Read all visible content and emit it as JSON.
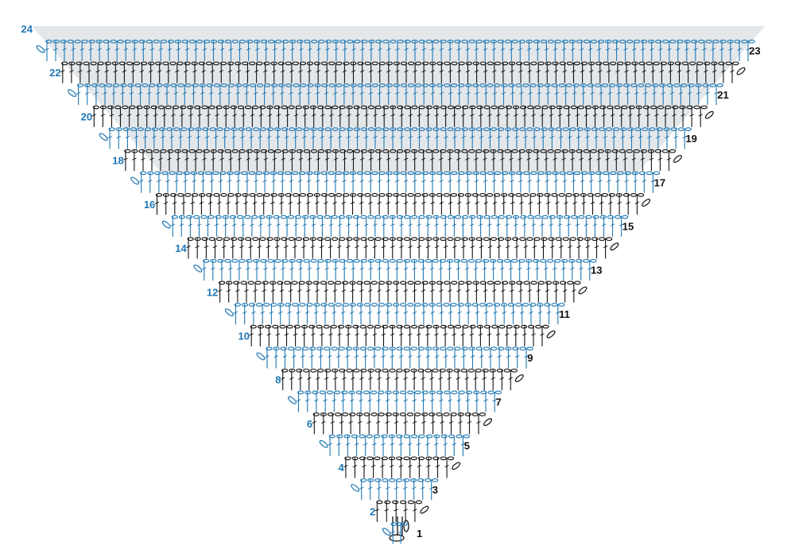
{
  "colors": {
    "blue": "#1f78b4",
    "black": "#111111",
    "shade": "#e4e7ea"
  },
  "rows": [
    {
      "label": "1",
      "side": "right",
      "color": "black"
    },
    {
      "label": "2",
      "side": "left",
      "color": "blue"
    },
    {
      "label": "3",
      "side": "right",
      "color": "black"
    },
    {
      "label": "4",
      "side": "left",
      "color": "blue"
    },
    {
      "label": "5",
      "side": "right",
      "color": "black"
    },
    {
      "label": "6",
      "side": "left",
      "color": "blue"
    },
    {
      "label": "7",
      "side": "right",
      "color": "black"
    },
    {
      "label": "8",
      "side": "left",
      "color": "blue"
    },
    {
      "label": "9",
      "side": "right",
      "color": "black"
    },
    {
      "label": "10",
      "side": "left",
      "color": "blue"
    },
    {
      "label": "11",
      "side": "right",
      "color": "black"
    },
    {
      "label": "12",
      "side": "left",
      "color": "blue"
    },
    {
      "label": "13",
      "side": "right",
      "color": "black"
    },
    {
      "label": "14",
      "side": "left",
      "color": "blue"
    },
    {
      "label": "15",
      "side": "right",
      "color": "black"
    },
    {
      "label": "16",
      "side": "left",
      "color": "blue"
    },
    {
      "label": "17",
      "side": "right",
      "color": "black"
    },
    {
      "label": "18",
      "side": "left",
      "color": "blue"
    },
    {
      "label": "19",
      "side": "right",
      "color": "black"
    },
    {
      "label": "20",
      "side": "left",
      "color": "blue"
    },
    {
      "label": "21",
      "side": "right",
      "color": "black"
    },
    {
      "label": "22",
      "side": "left",
      "color": "blue"
    },
    {
      "label": "23",
      "side": "right",
      "color": "black"
    },
    {
      "label": "24",
      "side": "left",
      "color": "blue"
    }
  ]
}
